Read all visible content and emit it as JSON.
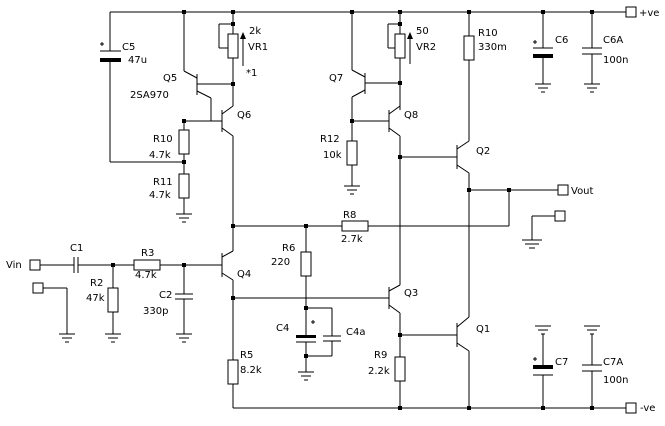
{
  "labels": {
    "c5_ref": "C5",
    "c5_val": "47u",
    "q5_ref": "Q5",
    "q5_part": "2SA970",
    "vr1_val": "2k",
    "vr1_ref": "VR1",
    "note": "*1",
    "q6_ref": "Q6",
    "r10a_ref": "R10",
    "r10a_val": "4.7k",
    "r11_ref": "R11",
    "r11_val": "4.7k",
    "q7_ref": "Q7",
    "vr2_val": "50",
    "vr2_ref": "VR2",
    "q8_ref": "Q8",
    "r12_ref": "R12",
    "r12_val": "10k",
    "r10b_ref": "R10",
    "r10b_val": "330m",
    "c6_ref": "C6",
    "c6a_ref": "C6A",
    "c6a_val": "100n",
    "vpos": "+ve",
    "q2_ref": "Q2",
    "vout": "Vout",
    "r8_ref": "R8",
    "r8_val": "2.7k",
    "vin": "Vin",
    "c1_ref": "C1",
    "r3_ref": "R3",
    "r3_val": "4.7k",
    "r2_ref": "R2",
    "r2_val": "47k",
    "c2_ref": "C2",
    "c2_val": "330p",
    "q4_ref": "Q4",
    "r6_ref": "R6",
    "r6_val": "220",
    "c4_ref": "C4",
    "c4a_ref": "C4a",
    "q3_ref": "Q3",
    "q1_ref": "Q1",
    "r5_ref": "R5",
    "r5_val": "8.2k",
    "r9_ref": "R9",
    "r9_val": "2.2k",
    "c7_ref": "C7",
    "c7a_ref": "C7A",
    "c7a_val": "100n",
    "vneg": "-ve"
  }
}
